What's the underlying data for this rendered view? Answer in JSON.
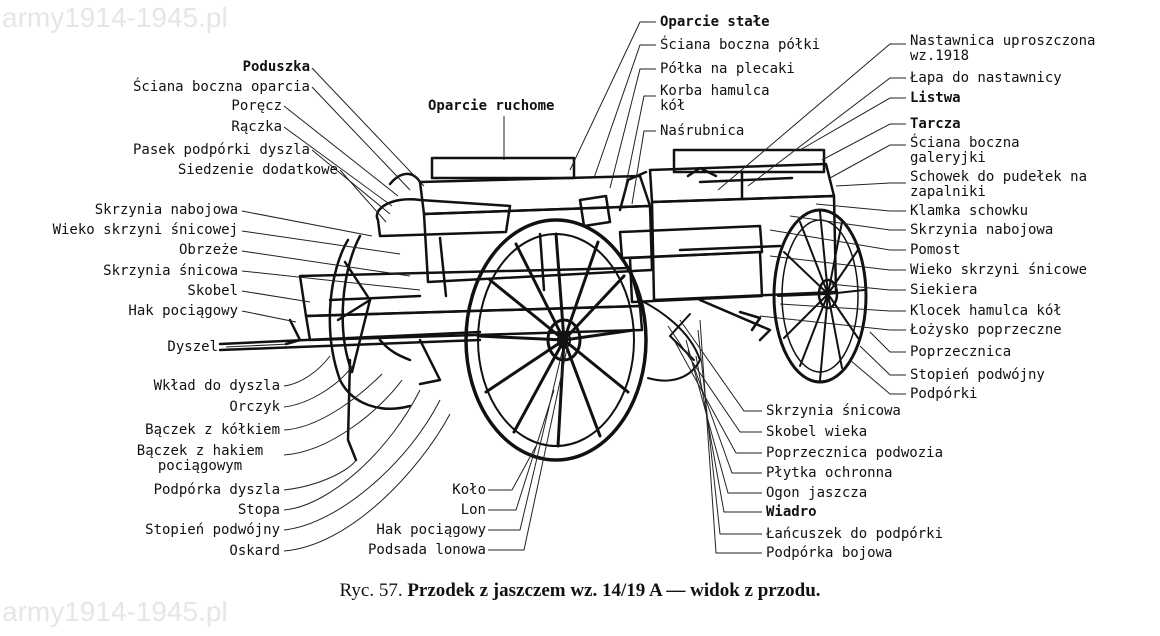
{
  "watermark": "army1914-1945.pl",
  "caption": {
    "fig": "Ryc. 57.",
    "title": "Przodek z jaszczem wz. 14/19 A — widok z przodu."
  },
  "labels": {
    "left": [
      "Poduszka",
      "Ściana boczna oparcia",
      "Poręcz",
      "Rączka",
      "Pasek podpórki dyszla",
      "Siedzenie dodatkowe",
      "Skrzynia nabojowa",
      "Wieko skrzyni śnicowej",
      "Obrzeże",
      "Skrzynia śnicowa",
      "Skobel",
      "Hak pociągowy",
      "Dyszel",
      "Wkład do dyszla",
      "Orczyk",
      "Bączek z kółkiem",
      "Bączek z hakiem pociągowym",
      "Podpórka dyszla",
      "Stopa",
      "Stopień podwójny",
      "Oskard"
    ],
    "center_top": [
      "Oparcie ruchome",
      "Oparcie stałe",
      "Ściana boczna półki",
      "Półka na plecaki",
      "Korba hamulca kół",
      "Naśrubnica"
    ],
    "right": [
      "Nastawnica uproszczona wz.1918",
      "Łapa do nastawnicy",
      "Listwa",
      "Tarcza",
      "Ściana boczna galeryjki",
      "Schowek do pudełek na zapalniki",
      "Klamka schowku",
      "Skrzynia nabojowa",
      "Pomost",
      "Wieko skrzyni śnicowe",
      "Siekiera",
      "Klocek hamulca kół",
      "Łożysko poprzeczne",
      "Poprzecznica",
      "Stopień podwójny",
      "Podpórki"
    ],
    "bottom_center": [
      "Koło",
      "Lon",
      "Hak pociągowy",
      "Podsada lonowa"
    ],
    "bottom_right": [
      "Skrzynia śnicowa",
      "Skobel wieka",
      "Poprzecznica podwozia",
      "Płytka ochronna",
      "Ogon jaszcza",
      "Wiadro",
      "Łańcuszek do podpórki",
      "Podpórka bojowa"
    ]
  }
}
